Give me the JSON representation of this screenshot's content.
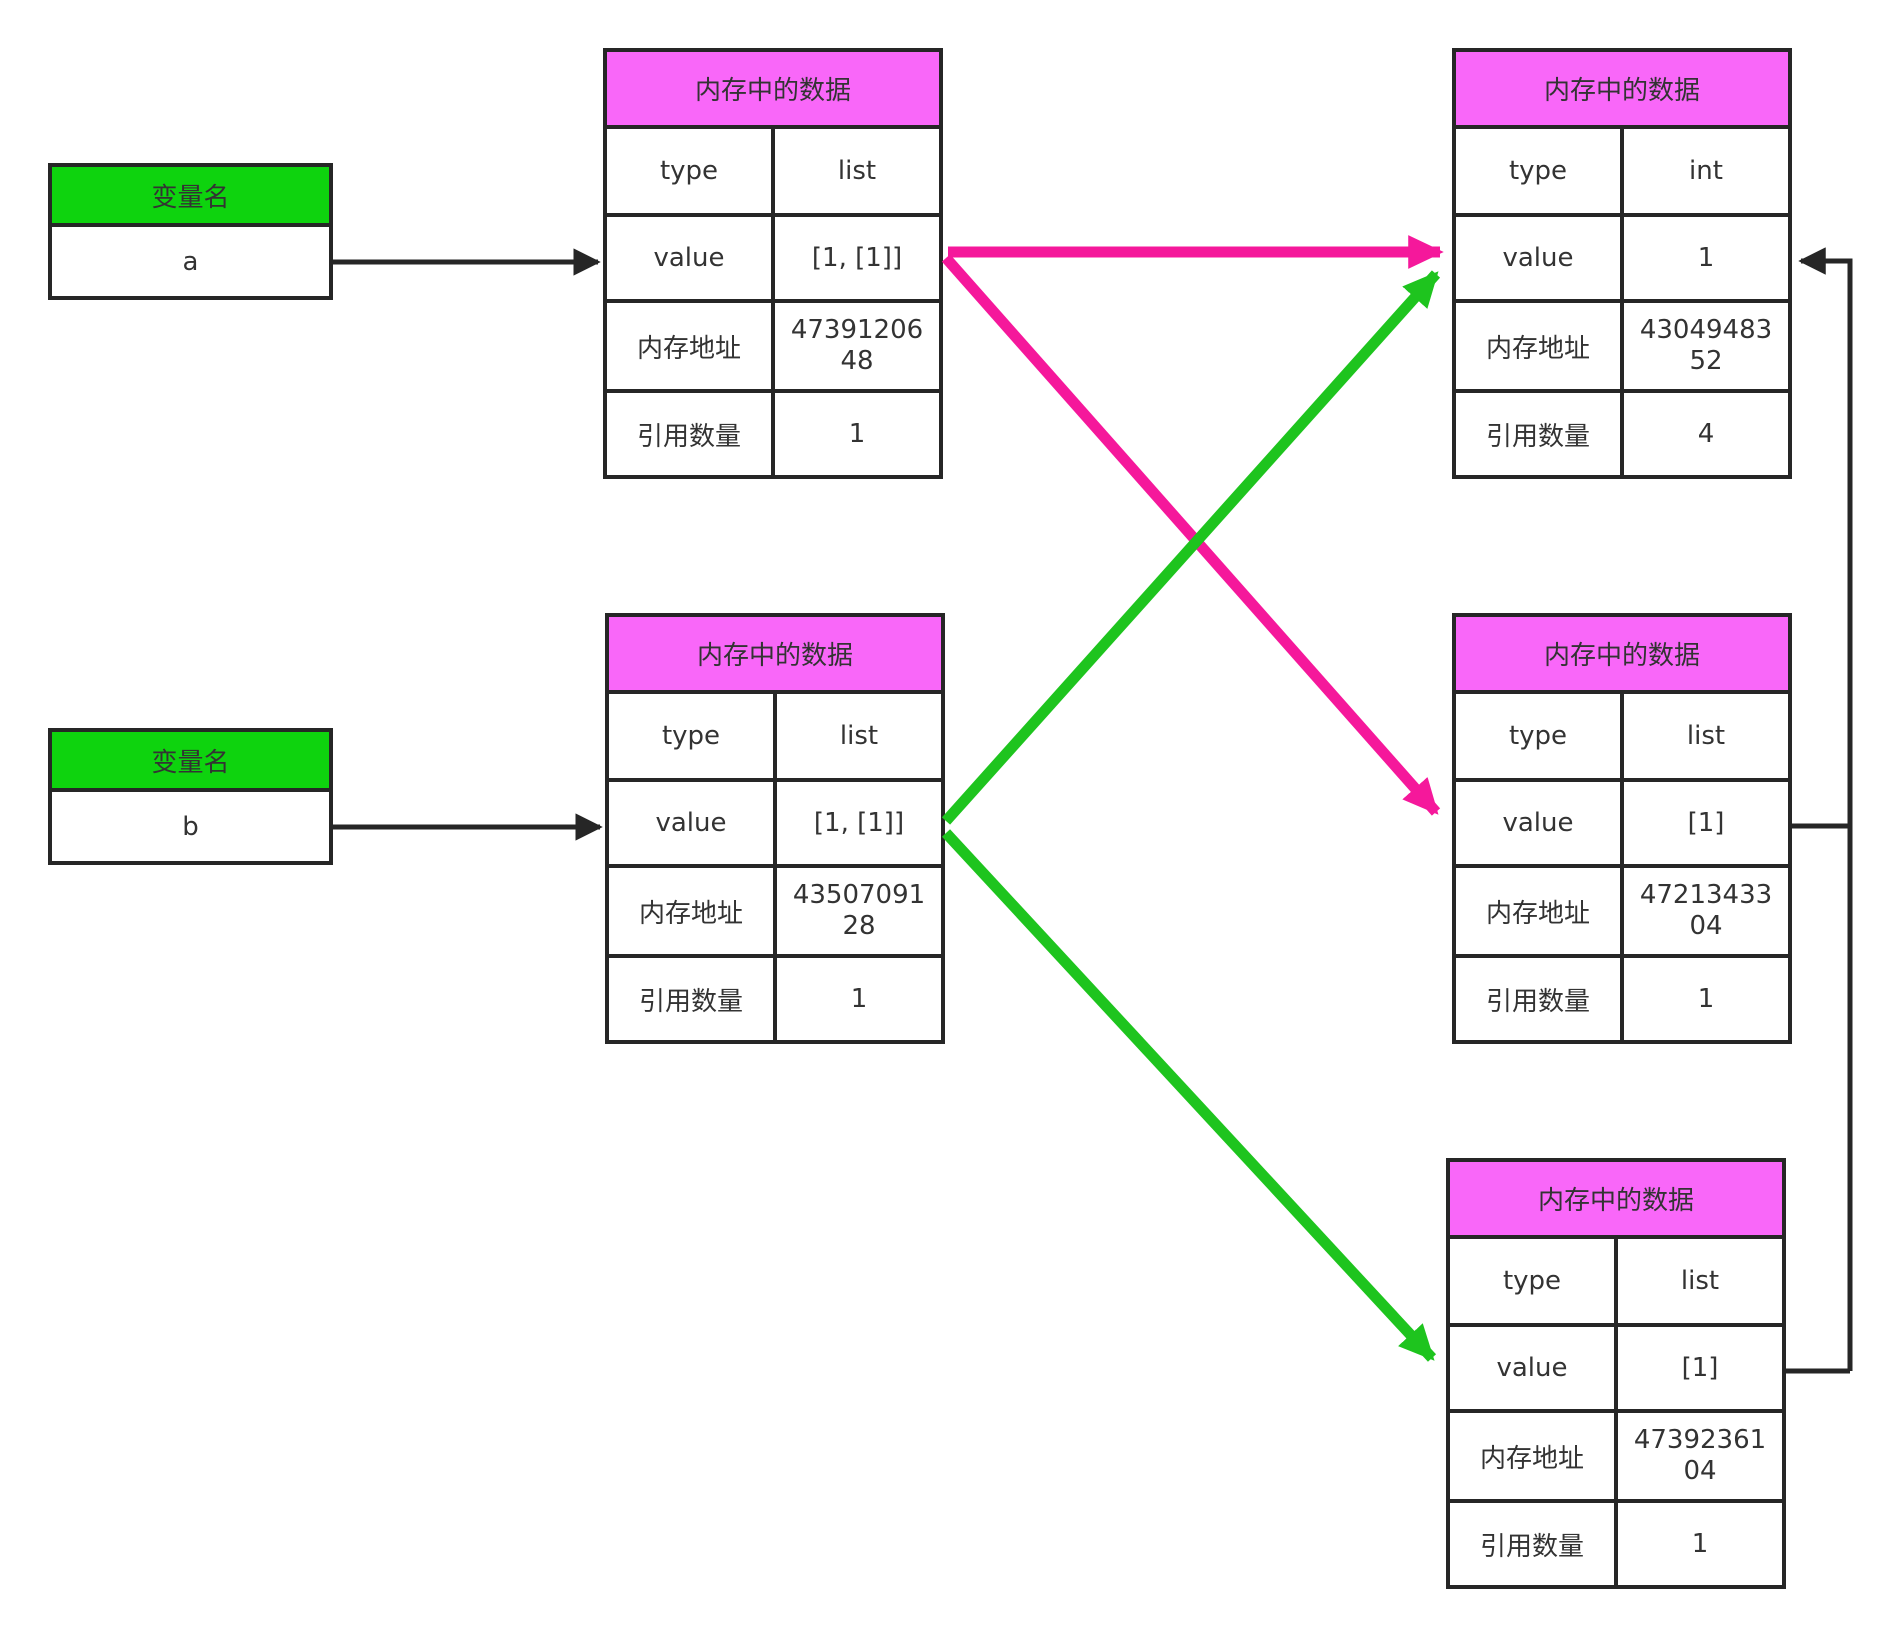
{
  "colors": {
    "line": "#262626",
    "text": "#333333",
    "magenta": "#f967f9",
    "green_header": "#0ed30e",
    "pink": "#f5189b",
    "green": "#1ec41e"
  },
  "labels": {
    "variable_header": "变量名",
    "memory_header": "内存中的数据",
    "type": "type",
    "value": "value",
    "address": "内存地址",
    "refcount": "引用数量"
  },
  "variables": [
    {
      "name": "a"
    },
    {
      "name": "b"
    }
  ],
  "tables": [
    {
      "id": "a-list",
      "type": "list",
      "value": "[1, [1]]",
      "address": "4739120648",
      "refcount": "1"
    },
    {
      "id": "b-list",
      "type": "list",
      "value": "[1, [1]]",
      "address": "4350709128",
      "refcount": "1"
    },
    {
      "id": "int-one",
      "type": "int",
      "value": "1",
      "address": "4304948352",
      "refcount": "4"
    },
    {
      "id": "inner-list-mid",
      "type": "list",
      "value": "[1]",
      "address": "4721343304",
      "refcount": "1"
    },
    {
      "id": "inner-list-bottom",
      "type": "list",
      "value": "[1]",
      "address": "4739236104",
      "refcount": "1"
    }
  ]
}
